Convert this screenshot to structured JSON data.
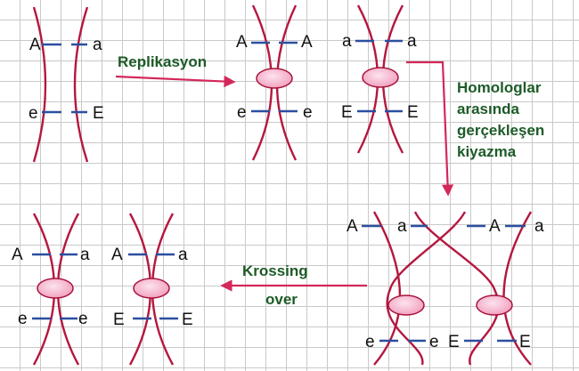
{
  "colors": {
    "chromatid": "#b5173f",
    "allele_mark": "#2b4fa0",
    "centromere_fill": "#f4aec8",
    "centromere_stroke": "#a8133a",
    "arrow": "#d4275a",
    "step_label": "#1d5b27",
    "gene_label": "#111111"
  },
  "steps": {
    "replication": "Replikasyon",
    "homolog_line1": "Homologlar",
    "homolog_line2": "arasında",
    "homolog_line3": "gerçekleşen",
    "homolog_line4": "kiyazma",
    "crossing_line1": "Krossing",
    "crossing_line2": "over"
  },
  "stage1": {
    "top_left": "A",
    "top_right": "a",
    "bottom_left": "e",
    "bottom_right": "E"
  },
  "stage2_left": {
    "top_left": "A",
    "top_right": "A",
    "bottom_left": "e",
    "bottom_right": "e"
  },
  "stage2_right": {
    "top_left": "a",
    "top_right": "a",
    "bottom_left": "E",
    "bottom_right": "E"
  },
  "stage3": {
    "top_1": "A",
    "top_2": "a",
    "top_3": "A",
    "top_4": "a",
    "bottom_1": "e",
    "bottom_2": "e",
    "bottom_3": "E",
    "bottom_4": "E"
  },
  "stage4_left": {
    "top_left": "A",
    "top_right": "a",
    "bottom_left": "e",
    "bottom_right": "e"
  },
  "stage4_right": {
    "top_left": "A",
    "top_right": "a",
    "bottom_left": "E",
    "bottom_right": "E"
  }
}
